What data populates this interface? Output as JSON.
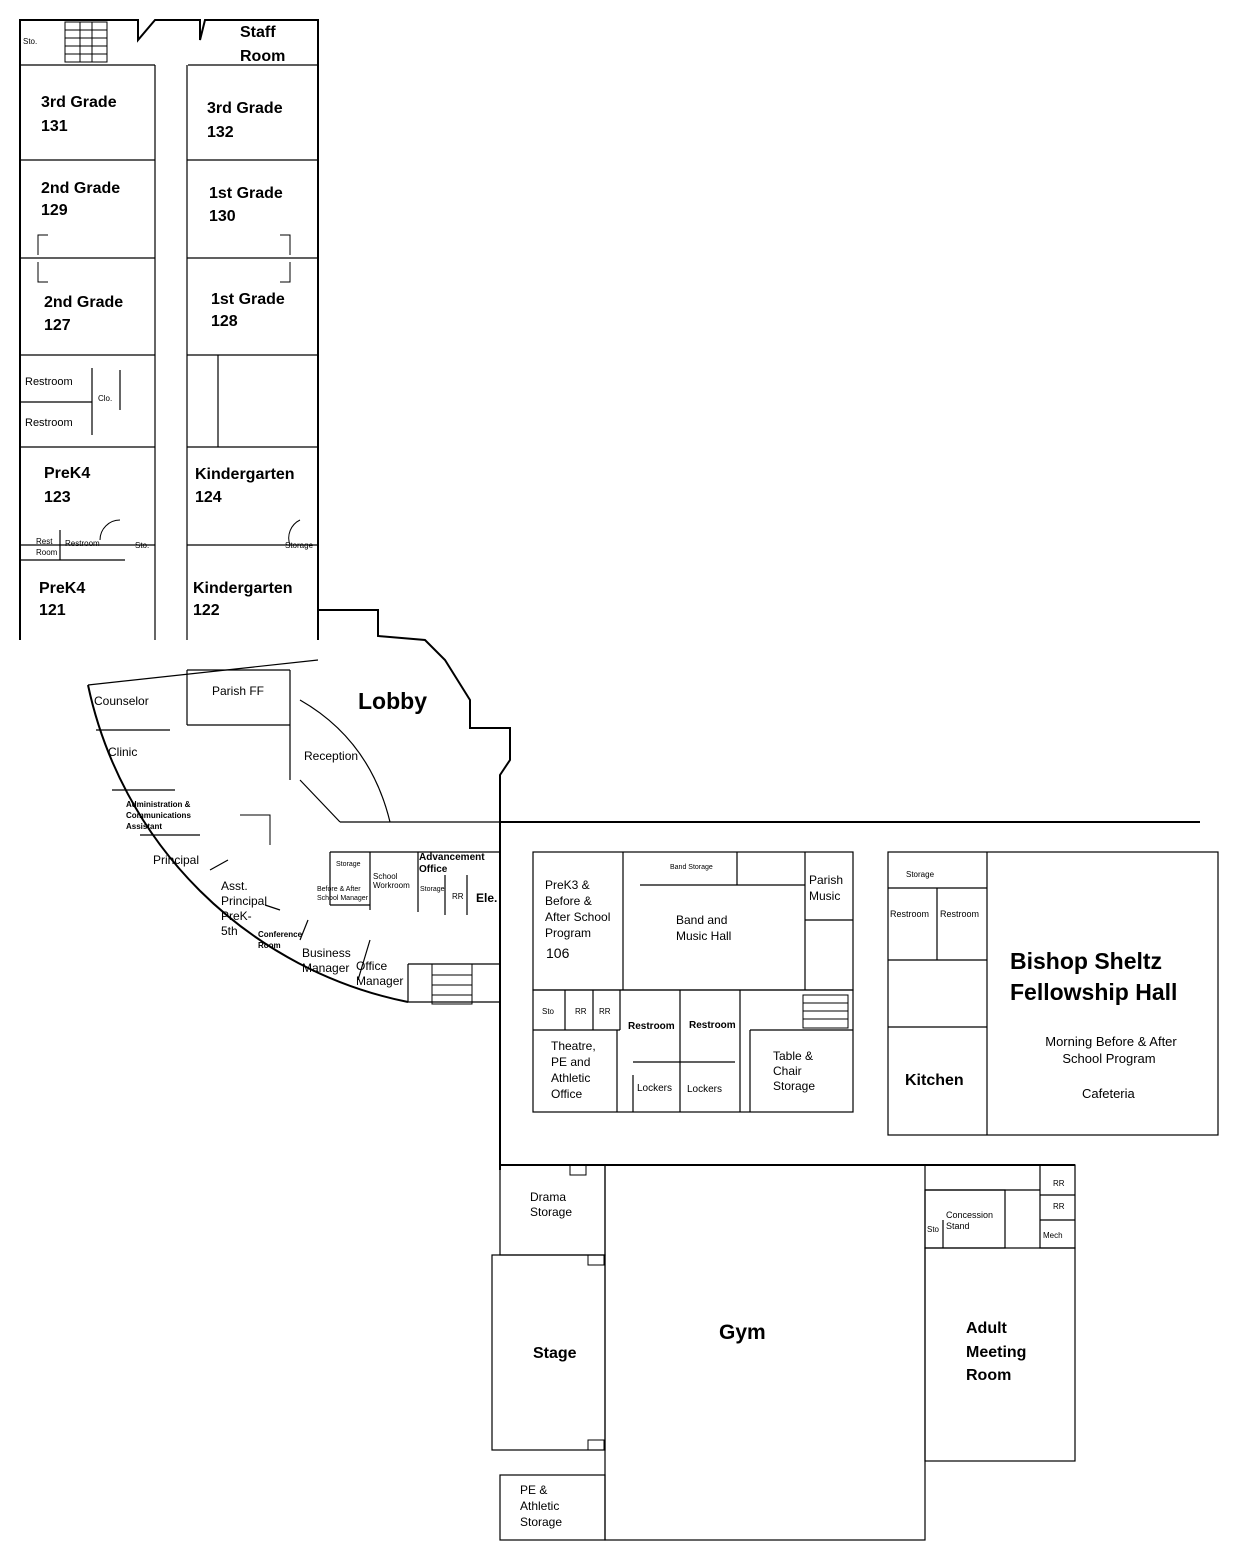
{
  "rooms": {
    "sto_top": "Sto.",
    "staff_room": [
      "Staff",
      "Room"
    ],
    "g3_131": [
      "3rd Grade",
      "131"
    ],
    "g3_132": [
      "3rd Grade",
      "132"
    ],
    "g2_129": [
      "2nd Grade",
      "129"
    ],
    "g1_130": [
      "1st Grade",
      "130"
    ],
    "g2_127": [
      "2nd Grade",
      "127"
    ],
    "g1_128": [
      "1st Grade",
      "128"
    ],
    "restroom_1": "Restroom",
    "restroom_2": "Restroom",
    "clo": "Clo.",
    "prek4_123": [
      "PreK4",
      "123"
    ],
    "k_124": [
      "Kindergarten",
      "124"
    ],
    "rest_room": [
      "Rest",
      "Room"
    ],
    "restroom_3": "Restroom",
    "sto_mid": "Sto.",
    "storage_k": "Storage",
    "prek4_121": [
      "PreK4",
      "121"
    ],
    "k_122": [
      "Kindergarten",
      "122"
    ],
    "counselor": "Counselor",
    "parish_ff": "Parish FF",
    "lobby": "Lobby",
    "clinic": "Clinic",
    "reception": "Reception",
    "admin": [
      "Administration &",
      "Communications",
      "Assistant"
    ],
    "principal": "Principal",
    "asst_principal": [
      "Asst.",
      "Principal",
      "PreK-",
      "5th"
    ],
    "conference": [
      "Conference",
      "Room"
    ],
    "business_manager": [
      "Business",
      "Manager"
    ],
    "office_manager": [
      "Office",
      "Manager"
    ],
    "storage_a": "Storage",
    "before_after_manager": [
      "Before & After",
      "School Manager"
    ],
    "school_workroom": [
      "School",
      "Workroom"
    ],
    "advancement": [
      "Advancement",
      "Office"
    ],
    "storage_b": "Storage",
    "rr_adv": "RR",
    "ele": "Ele.",
    "prek3": [
      "PreK3 &",
      "Before &",
      "After School",
      "Program",
      "106"
    ],
    "band_storage": "Band Storage",
    "band_hall": [
      "Band and",
      "Music Hall"
    ],
    "parish_music": [
      "Parish",
      "Music"
    ],
    "sto_theatre": "Sto",
    "rr_a": "RR",
    "rr_b": "RR",
    "restroom_4": "Restroom",
    "restroom_5": "Restroom",
    "theatre_office": [
      "Theatre,",
      "PE and",
      "Athletic",
      "Office"
    ],
    "lockers_1": "Lockers",
    "lockers_2": "Lockers",
    "table_chair": [
      "Table &",
      "Chair",
      "Storage"
    ],
    "storage_k2": "Storage",
    "restroom_6": "Restroom",
    "restroom_7": "Restroom",
    "fellowship_hall": [
      "Bishop Sheltz",
      "Fellowship Hall"
    ],
    "morning_program": [
      "Morning Before & After",
      "School Program"
    ],
    "cafeteria": "Cafeteria",
    "kitchen": "Kitchen",
    "drama_storage": [
      "Drama",
      "Storage"
    ],
    "stage": "Stage",
    "gym": "Gym",
    "concession": [
      "Concession",
      "Stand"
    ],
    "sto_gym": "Sto",
    "rr_gym1": "RR",
    "rr_gym2": "RR",
    "mech": "Mech",
    "adult_meeting": [
      "Adult",
      "Meeting",
      "Room"
    ],
    "pe_storage": [
      "PE &",
      "Athletic",
      "Storage"
    ]
  }
}
